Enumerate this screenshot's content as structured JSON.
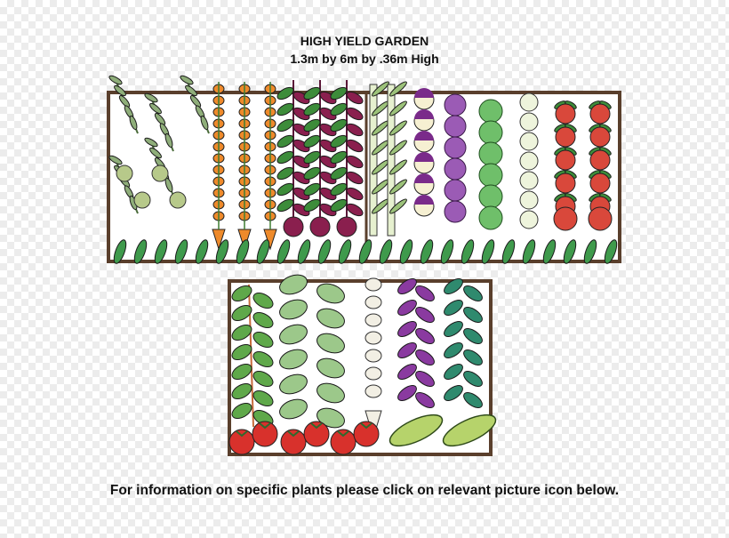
{
  "title": {
    "line1": "HIGH YIELD GARDEN",
    "line2": "1.3m by 6m by .36m High"
  },
  "footer": "For information on specific plants please click on relevant picture icon below.",
  "colors": {
    "bed_border": "#5a3f2c",
    "carrot": "#ee8a2b",
    "beet": "#8a1f4e",
    "tomato": "#d8312c",
    "leaf_green": "#3d8c3a",
    "purple_leaf": "#7a2b8a",
    "zucchini": "#b6d36b"
  },
  "plants": {
    "top_bed": [
      "herbs",
      "carrots",
      "beetroot",
      "leeks",
      "turnips",
      "purple-cabbage",
      "green-cabbage",
      "kohlrabi",
      "radishes",
      "peas"
    ],
    "bottom_bed": [
      "silverbeet",
      "spinach",
      "parsnips",
      "purple-lettuce",
      "green-lettuce",
      "tomatoes",
      "zucchini"
    ]
  }
}
